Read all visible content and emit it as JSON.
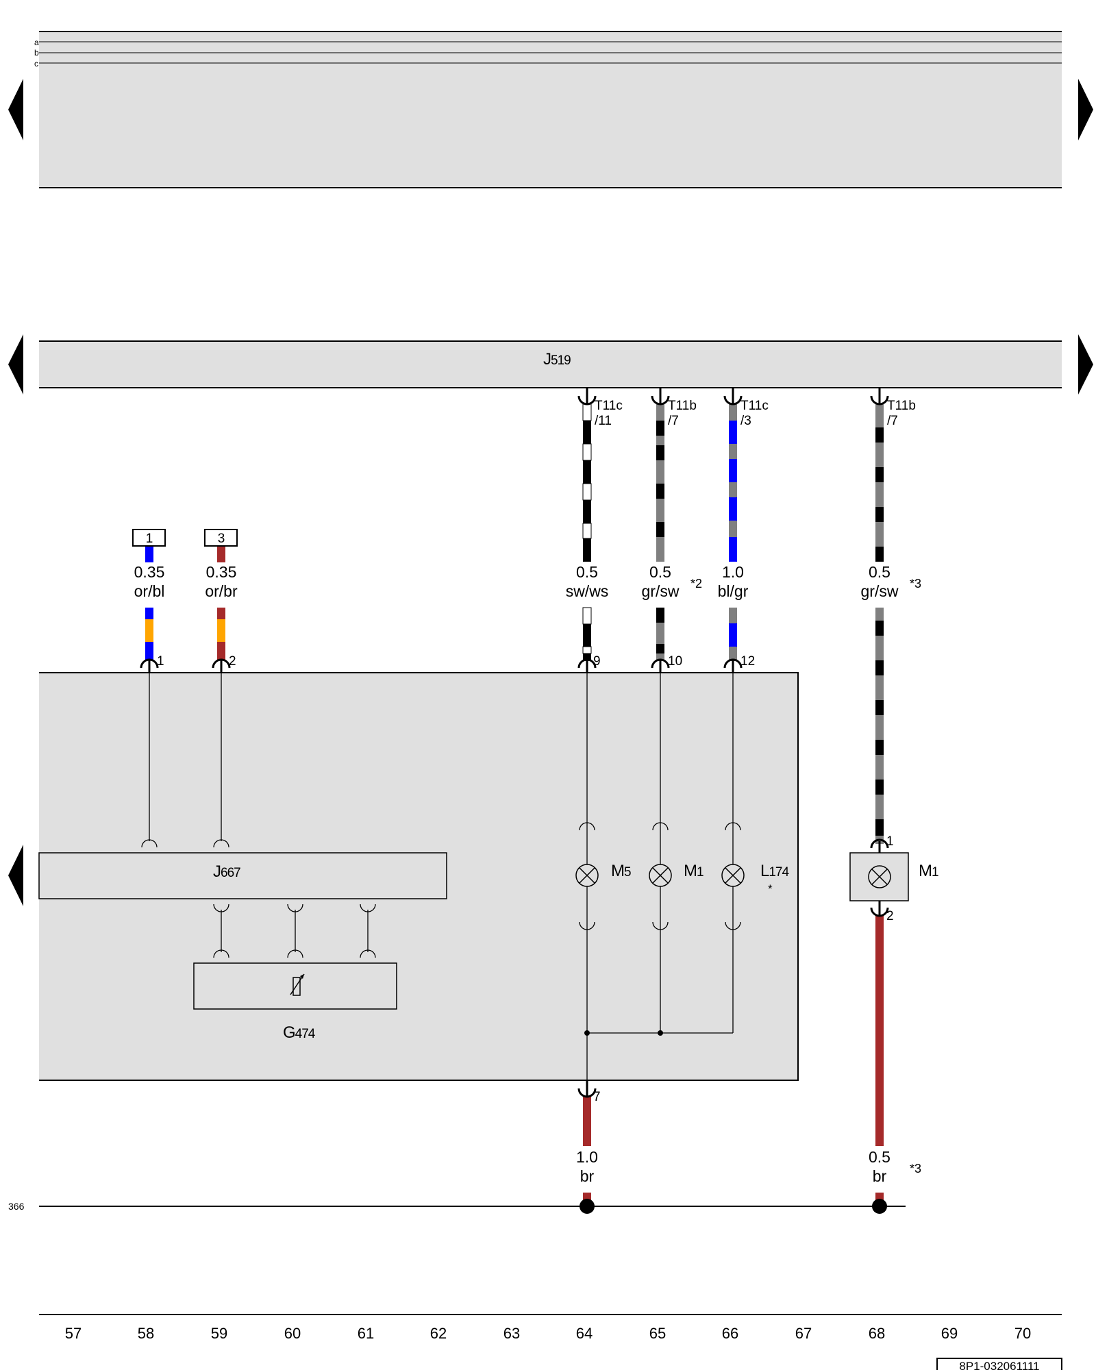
{
  "colors": {
    "panel": "#e0e0e0",
    "sw": "#000000",
    "ws": "#ffffff",
    "gr": "#808080",
    "bl": "#0000ff",
    "or": "#ffa500",
    "br": "#a52a2a"
  },
  "top_rows": [
    "a",
    "b",
    "c"
  ],
  "j519": {
    "label_main": "J",
    "label_sub": "519"
  },
  "j667": {
    "label_main": "J",
    "label_sub": "667"
  },
  "g474": {
    "label_main": "G",
    "label_sub": "474"
  },
  "m5": {
    "label_main": "M",
    "label_sub": "5"
  },
  "m1_inner": {
    "label_main": "M",
    "label_sub": "1"
  },
  "l174": {
    "label_main": "L",
    "label_sub": "174",
    "note": "*"
  },
  "m1_outer": {
    "label_main": "M",
    "label_sub": "1",
    "pin_top": "1",
    "pin_bottom": "2"
  },
  "connectors": [
    {
      "top_line": "T11c",
      "bottom_line": "/11"
    },
    {
      "top_line": "T11b",
      "bottom_line": "/7"
    },
    {
      "top_line": "T11c",
      "bottom_line": "/3"
    },
    {
      "top_line": "T11b",
      "bottom_line": "/7"
    }
  ],
  "wires": [
    {
      "ref": "1",
      "size": "0.35",
      "color": "or/bl",
      "pin": "1",
      "note": ""
    },
    {
      "ref": "3",
      "size": "0.35",
      "color": "or/br",
      "pin": "2",
      "note": ""
    },
    {
      "size": "0.5",
      "color": "sw/ws",
      "pin": "9",
      "note": ""
    },
    {
      "size": "0.5",
      "color": "gr/sw",
      "pin": "10",
      "note": "*2"
    },
    {
      "size": "1.0",
      "color": "bl/gr",
      "pin": "12",
      "note": ""
    },
    {
      "size": "0.5",
      "color": "gr/sw",
      "note": "*3"
    }
  ],
  "ground_wires": [
    {
      "size": "1.0",
      "color": "br",
      "pin": "7",
      "note": ""
    },
    {
      "size": "0.5",
      "color": "br",
      "note": "*3"
    }
  ],
  "ground_ref": "366",
  "ruler": [
    "57",
    "58",
    "59",
    "60",
    "61",
    "62",
    "63",
    "64",
    "65",
    "66",
    "67",
    "68",
    "69",
    "70"
  ],
  "doc_id": "8P1-032061111"
}
